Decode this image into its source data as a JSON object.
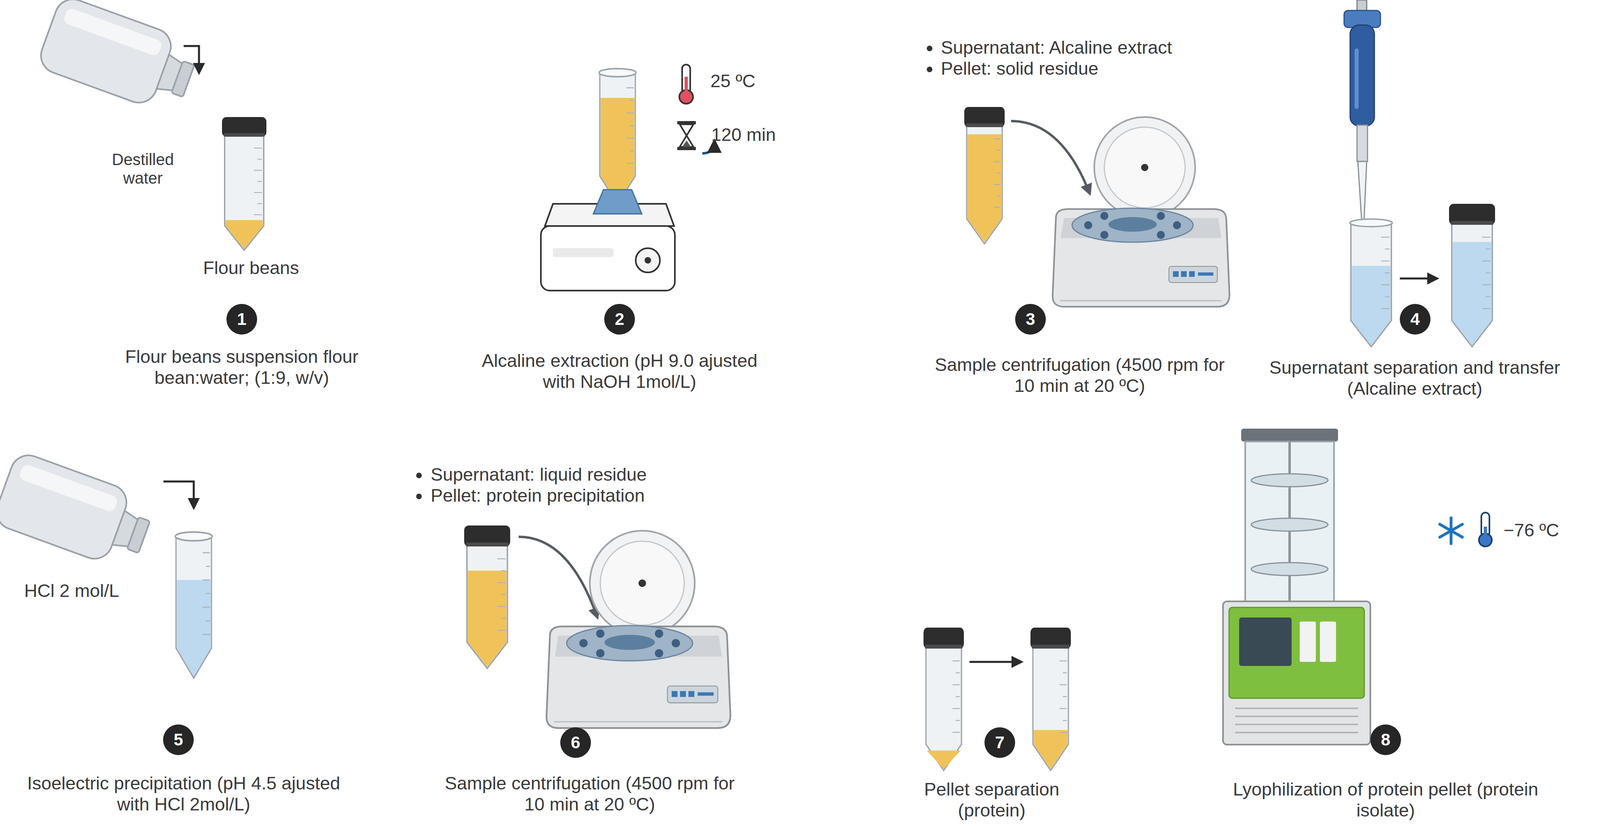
{
  "diagram": {
    "nodes": [
      {
        "text": [
          "1"
        ]
      },
      {
        "text": [
          "2"
        ]
      },
      {
        "text": [
          "3"
        ]
      },
      {
        "text": [
          "4"
        ]
      },
      {
        "text": [
          "5"
        ]
      },
      {
        "text": [
          "6"
        ]
      },
      {
        "text": [
          "7"
        ]
      },
      {
        "text": [
          "8"
        ]
      }
    ],
    "labels": [
      "Destilled water",
      "Flour beans",
      "Flour beans suspension flour bean:water; (1:9, w/v)",
      "25 ºC",
      "120 min",
      "Alcaline extraction (pH 9.0 ajusted with NaOH 1mol/L)",
      "Supernatant: Alcaline extract",
      "Pellet: solid residue",
      "Sample centrifugation (4500 rpm for 10 min at 20 ºC)",
      "Supernatant separation and transfer (Alcaline extract)",
      "HCl 2 mol/L",
      "Isoelectric precipitation (pH 4.5 ajusted with HCl 2mol/L)",
      "Supernatant: liquid residue",
      "Pellet: protein precipitation",
      "Sample centrifugation (4500 rpm for 10 min at 20 ºC)",
      "Pellet separation (protein)",
      "Lyophilization of protein pellet (protein isolate)",
      "−76 ºC"
    ]
  }
}
